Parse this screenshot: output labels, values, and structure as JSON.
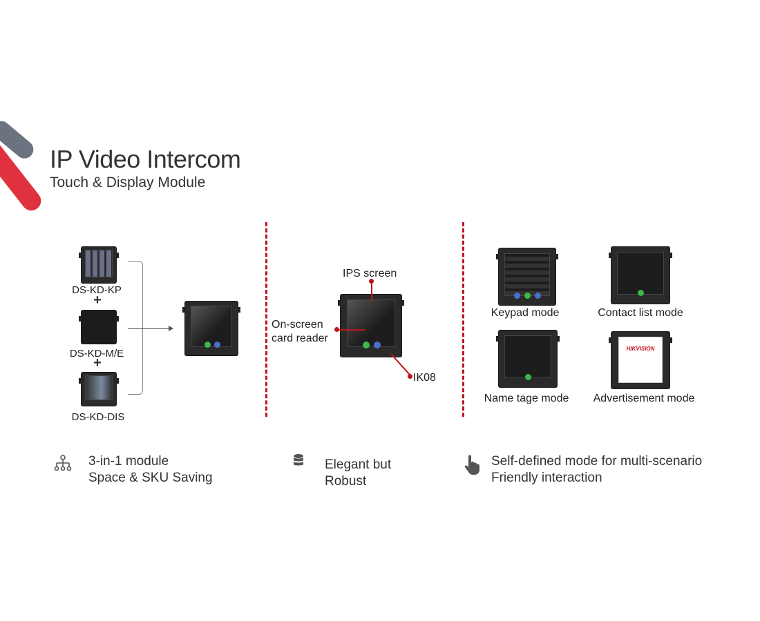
{
  "header": {
    "title": "IP Video Intercom",
    "subtitle": "Touch & Display Module"
  },
  "modules": [
    {
      "label": "DS-KD-KP"
    },
    {
      "label": "DS-KD-M/E"
    },
    {
      "label": "DS-KD-DIS"
    }
  ],
  "plus": "+",
  "callouts": {
    "ips": "IPS screen",
    "card_line1": "On-screen",
    "card_line2": "card reader",
    "ik": "IK08"
  },
  "modes": [
    {
      "label": "Keypad mode"
    },
    {
      "label": "Contact list mode"
    },
    {
      "label": "Name tage mode"
    },
    {
      "label": "Advertisement mode",
      "logo": "HIKVISION"
    }
  ],
  "features": [
    {
      "icon": "hierarchy-icon",
      "line1": "3-in-1 module",
      "line2": "Space & SKU Saving"
    },
    {
      "icon": "database-icon",
      "line1": "Elegant but",
      "line2": "Robust"
    },
    {
      "icon": "hand-pointer-icon",
      "line1": "Self-defined mode for multi-scenario",
      "line2": "Friendly interaction"
    }
  ],
  "colors": {
    "accent": "#c0141c",
    "stripe_red": "#e0323e",
    "stripe_gray": "#6b7280"
  }
}
